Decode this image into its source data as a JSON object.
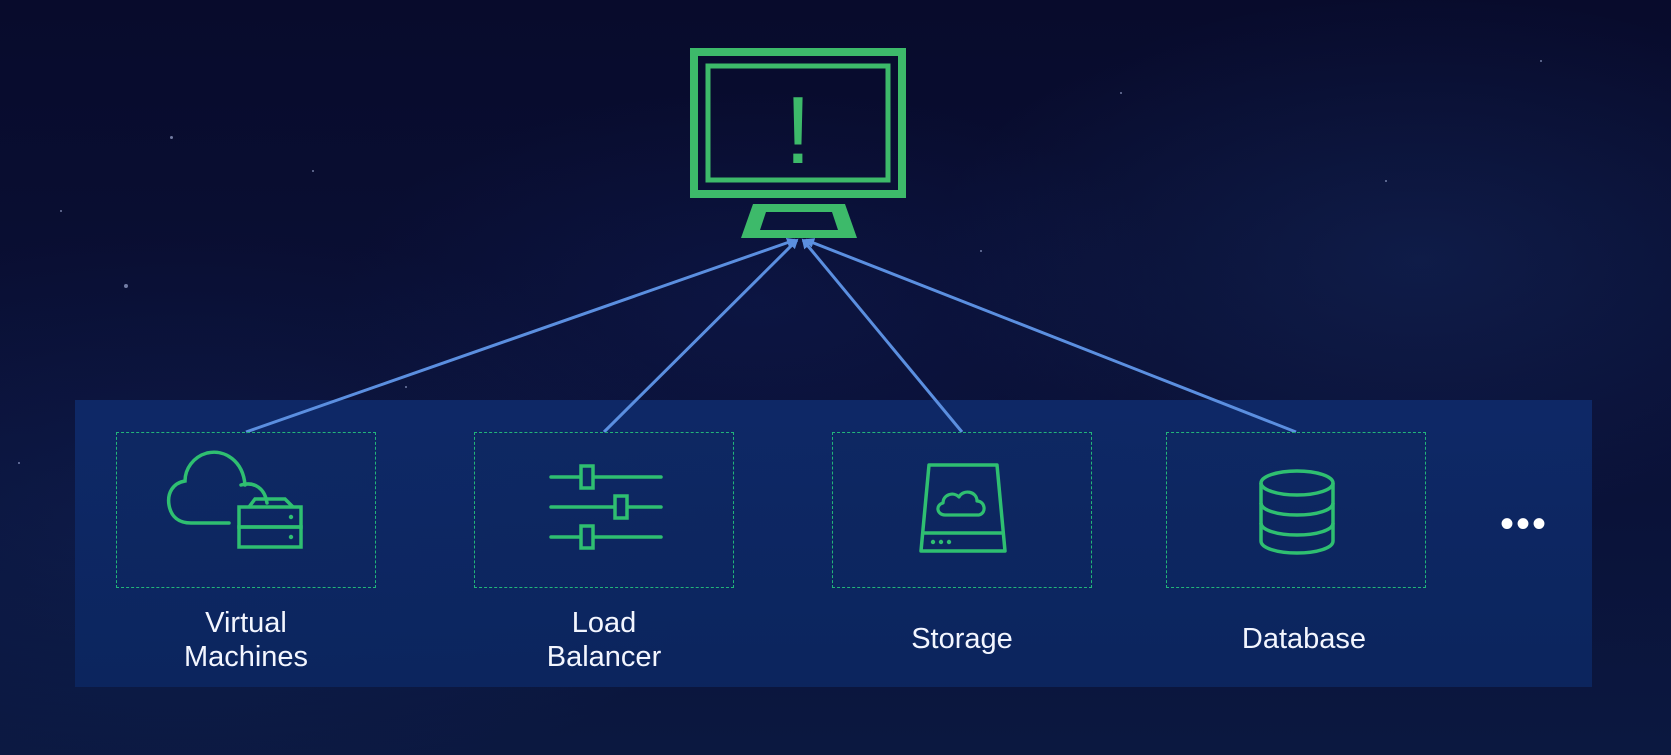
{
  "diagram": {
    "target": {
      "glyph": "!",
      "icon": "monitor-alert-icon"
    },
    "services": [
      {
        "label_line1": "Virtual",
        "label_line2": "Machines",
        "icon": "cloud-server-icon"
      },
      {
        "label_line1": "Load",
        "label_line2": "Balancer",
        "icon": "sliders-icon"
      },
      {
        "label_line1": "Storage",
        "label_line2": "",
        "icon": "cloud-drive-icon"
      },
      {
        "label_line1": "Database",
        "label_line2": "",
        "icon": "database-icon"
      }
    ],
    "more": "•••",
    "colors": {
      "accent_green": "#2fbf71",
      "monitor_green": "#3dba6a",
      "arrow_blue": "#5b8fe0",
      "card_border": "#22b47a"
    }
  }
}
